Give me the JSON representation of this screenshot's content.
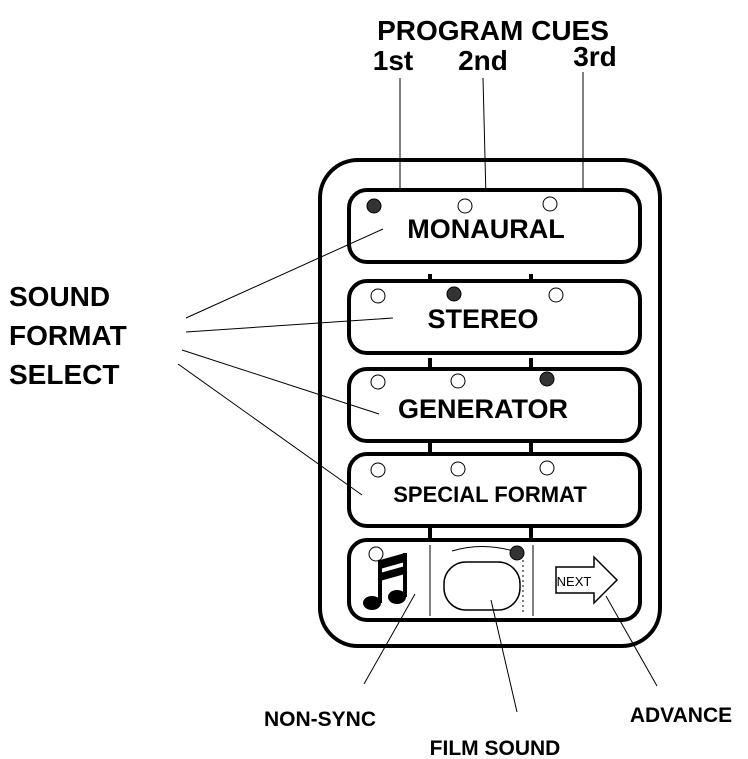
{
  "header": {
    "title": "PROGRAM CUES",
    "cues": [
      "1st",
      "2nd",
      "3rd"
    ]
  },
  "side_label": [
    "SOUND",
    "FORMAT",
    "SELECT"
  ],
  "rows": [
    {
      "label": "MONAURAL",
      "active_cue": 1
    },
    {
      "label": "STEREO",
      "active_cue": 2
    },
    {
      "label": "GENERATOR",
      "active_cue": 3
    },
    {
      "label": "SPECIAL FORMAT",
      "active_cue": 0
    }
  ],
  "bottom_row": {
    "next_label": "NEXT",
    "film_sound_active": true
  },
  "bottom_labels": {
    "non_sync": "NON-SYNC",
    "film_sound": "FILM SOUND",
    "advance": "ADVANCE"
  },
  "colors": {
    "ink": "#000000",
    "background": "#ffffff",
    "indicator_on": "#333333"
  }
}
